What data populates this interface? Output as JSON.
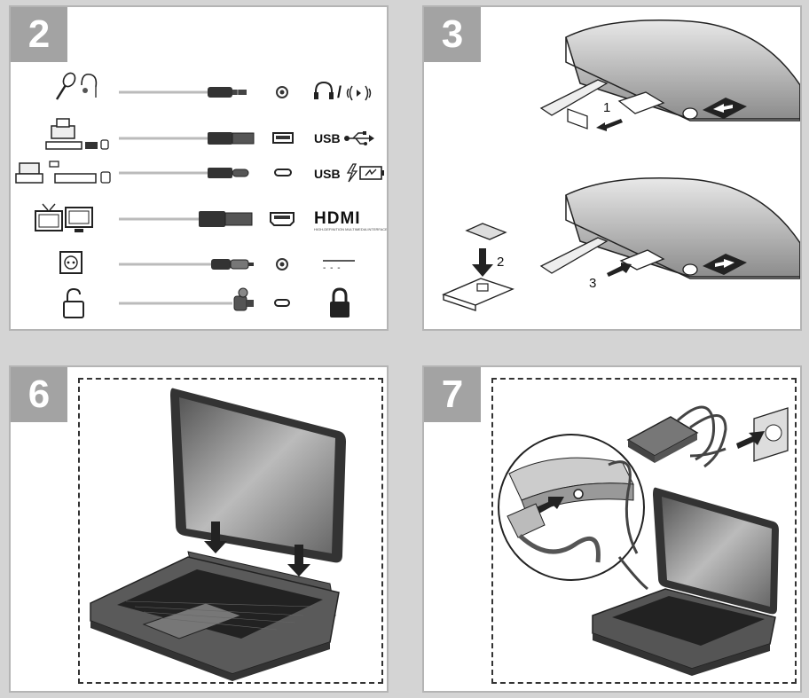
{
  "panels": [
    {
      "number": "2"
    },
    {
      "number": "3"
    },
    {
      "number": "6"
    },
    {
      "number": "7"
    }
  ],
  "ports": {
    "usb_label_1": "USB",
    "usb_label_2": "USB",
    "hdmi_label": "HDMI",
    "hdmi_tagline": "HIGH-DEFINITION MULTIMEDIA INTERFACE",
    "dc_symbol": "- - -",
    "slash": "/"
  },
  "steps": {
    "step1": "1",
    "step2": "2",
    "step3": "3"
  },
  "icons": [
    "microphone-icon",
    "headset-icon",
    "headphone-icon",
    "speaker-wave-icon",
    "printer-icon",
    "usb-trident-icon",
    "usb-charge-icon",
    "battery-icon",
    "tv-icon",
    "monitor-icon",
    "dc-power-icon",
    "padlock-open-icon",
    "padlock-closed-icon"
  ]
}
